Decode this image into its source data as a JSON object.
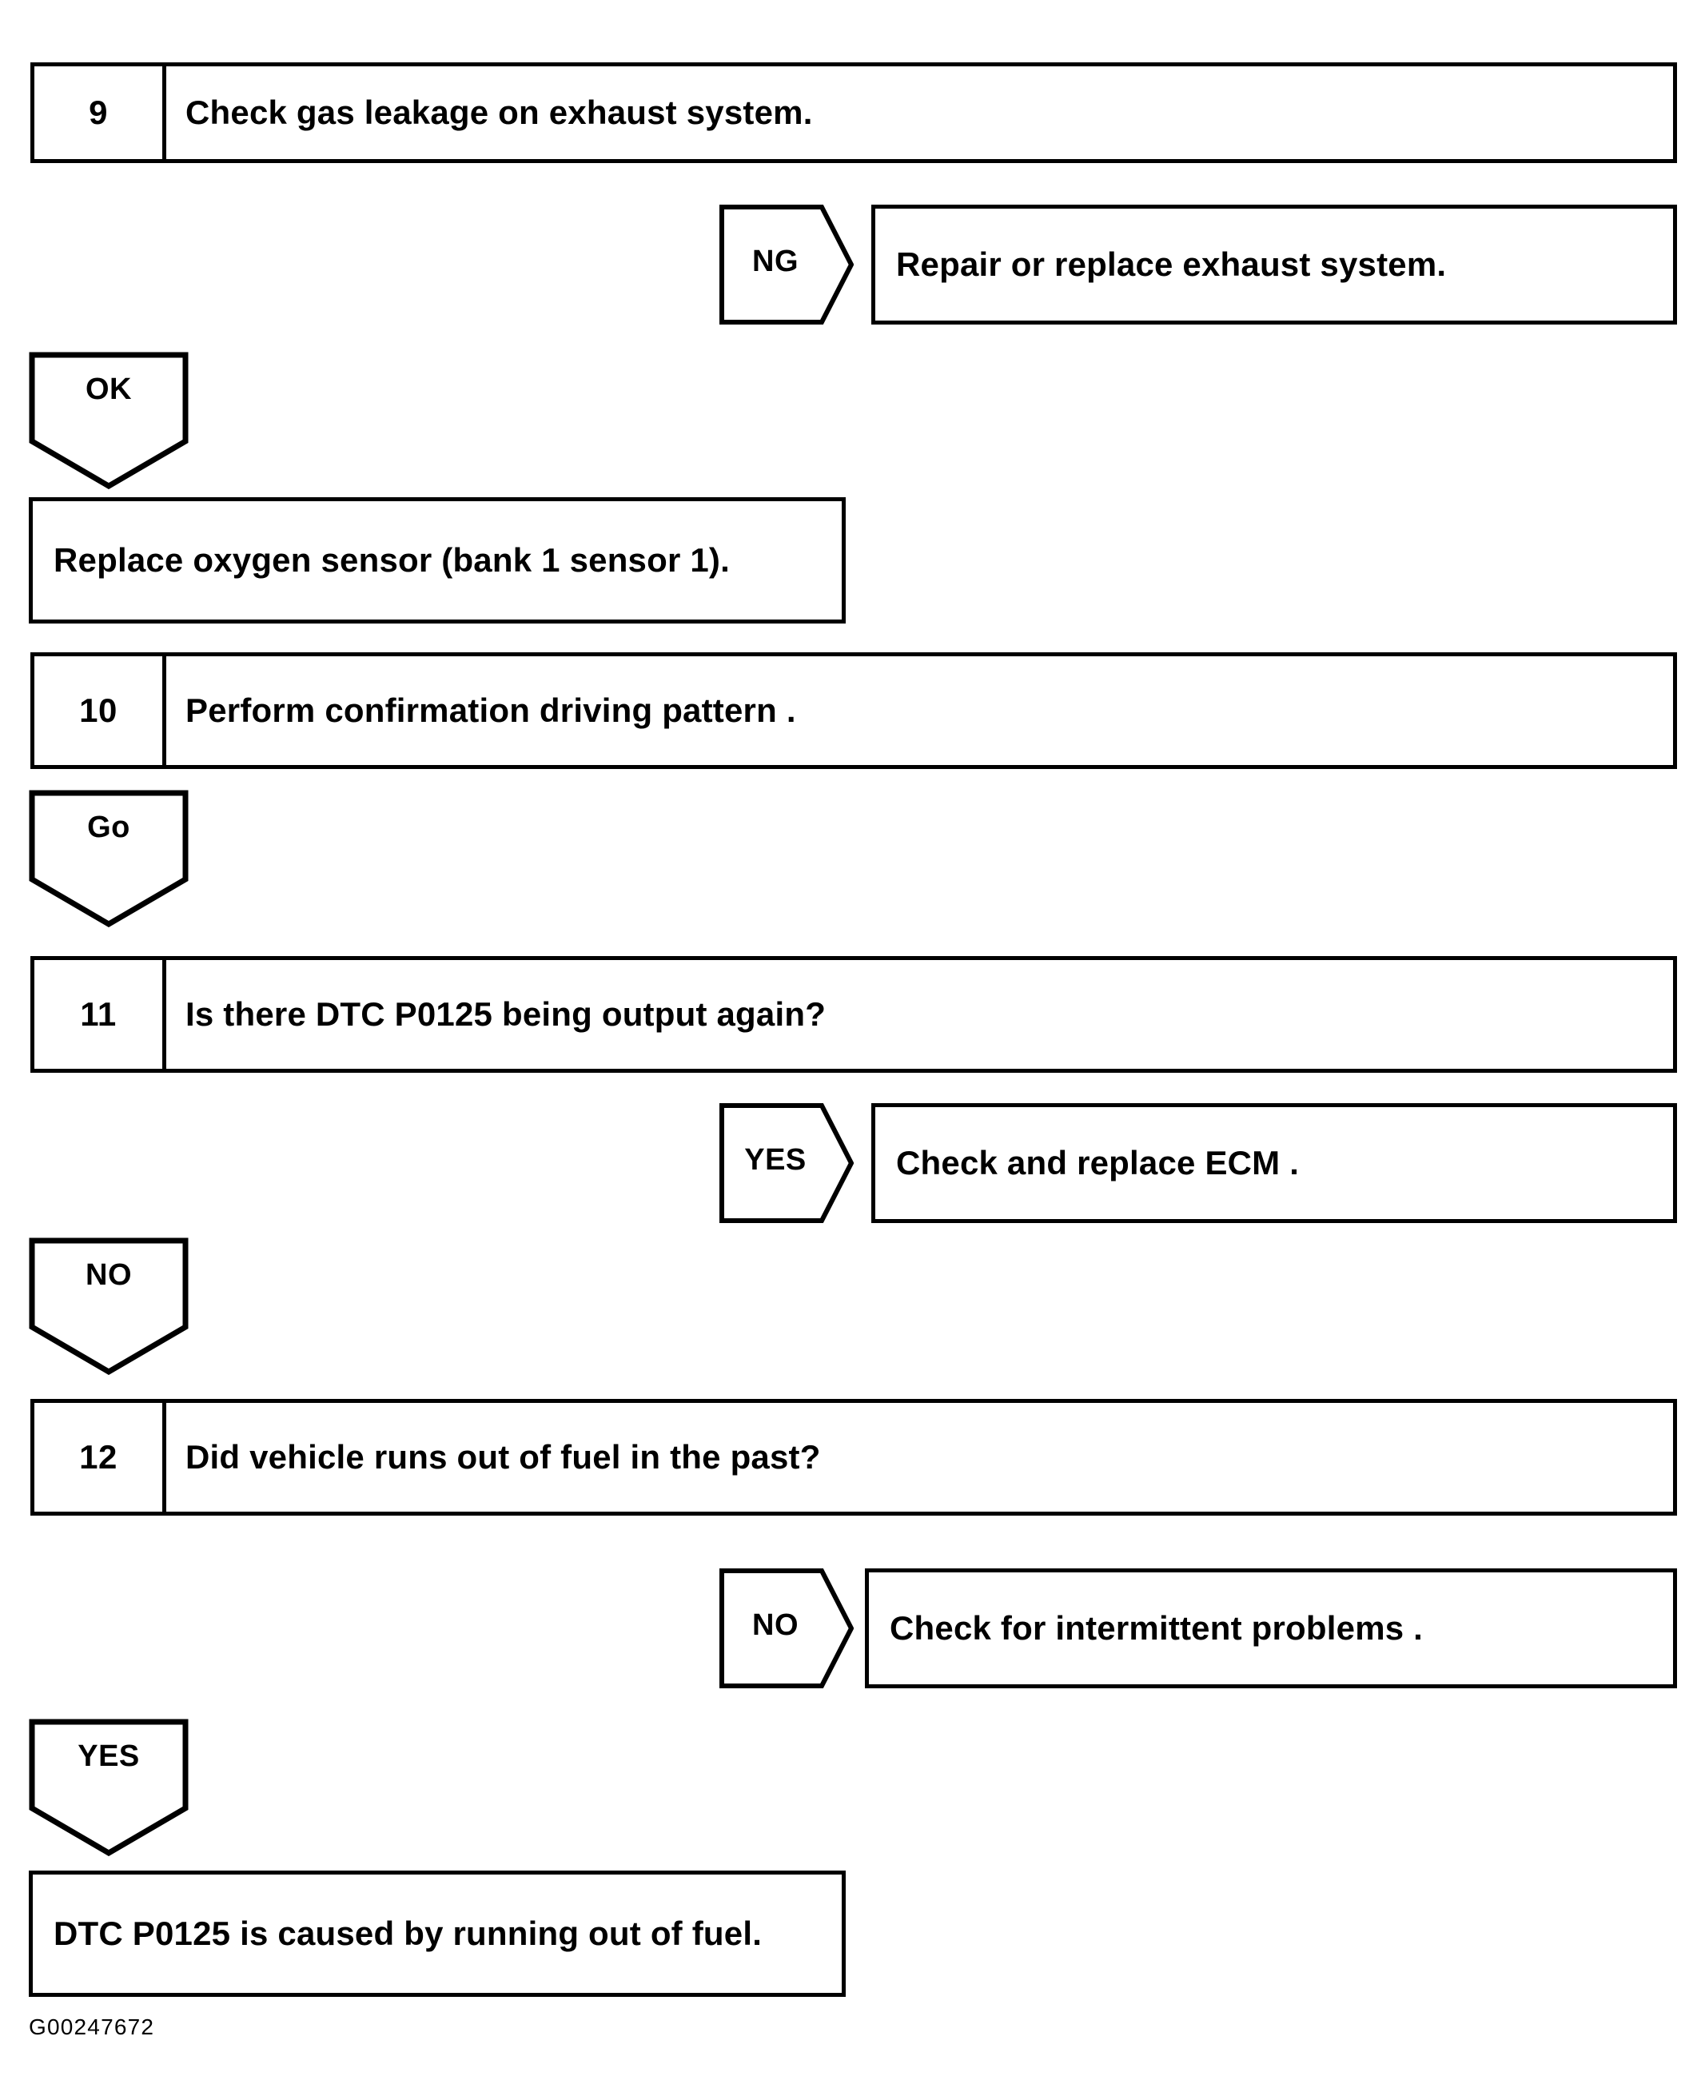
{
  "document": {
    "type": "diagnostic-flowchart",
    "figure_id": "G00247672"
  },
  "steps": [
    {
      "number": "9",
      "text": "Check gas leakage on exhaust system."
    },
    {
      "number": "10",
      "text": "Perform confirmation driving pattern ."
    },
    {
      "number": "11",
      "text": "Is there DTC P0125 being output again?"
    },
    {
      "number": "12",
      "text": "Did vehicle runs out of fuel in the past?"
    }
  ],
  "branches": {
    "step9_fail": {
      "label": "NG",
      "action": "Repair or replace exhaust system."
    },
    "step9_pass": {
      "label": "OK"
    },
    "step11_yes": {
      "label": "YES",
      "action": "Check and replace ECM ."
    },
    "step11_no": {
      "label": "NO"
    },
    "step12_no": {
      "label": "NO",
      "action": "Check for intermittent problems ."
    },
    "step12_yes": {
      "label": "YES"
    },
    "after_step10": {
      "label": "Go"
    }
  },
  "actions": {
    "replace_sensor": "Replace oxygen sensor (bank 1 sensor 1).",
    "final_result": "DTC P0125 is caused by running out of fuel."
  }
}
